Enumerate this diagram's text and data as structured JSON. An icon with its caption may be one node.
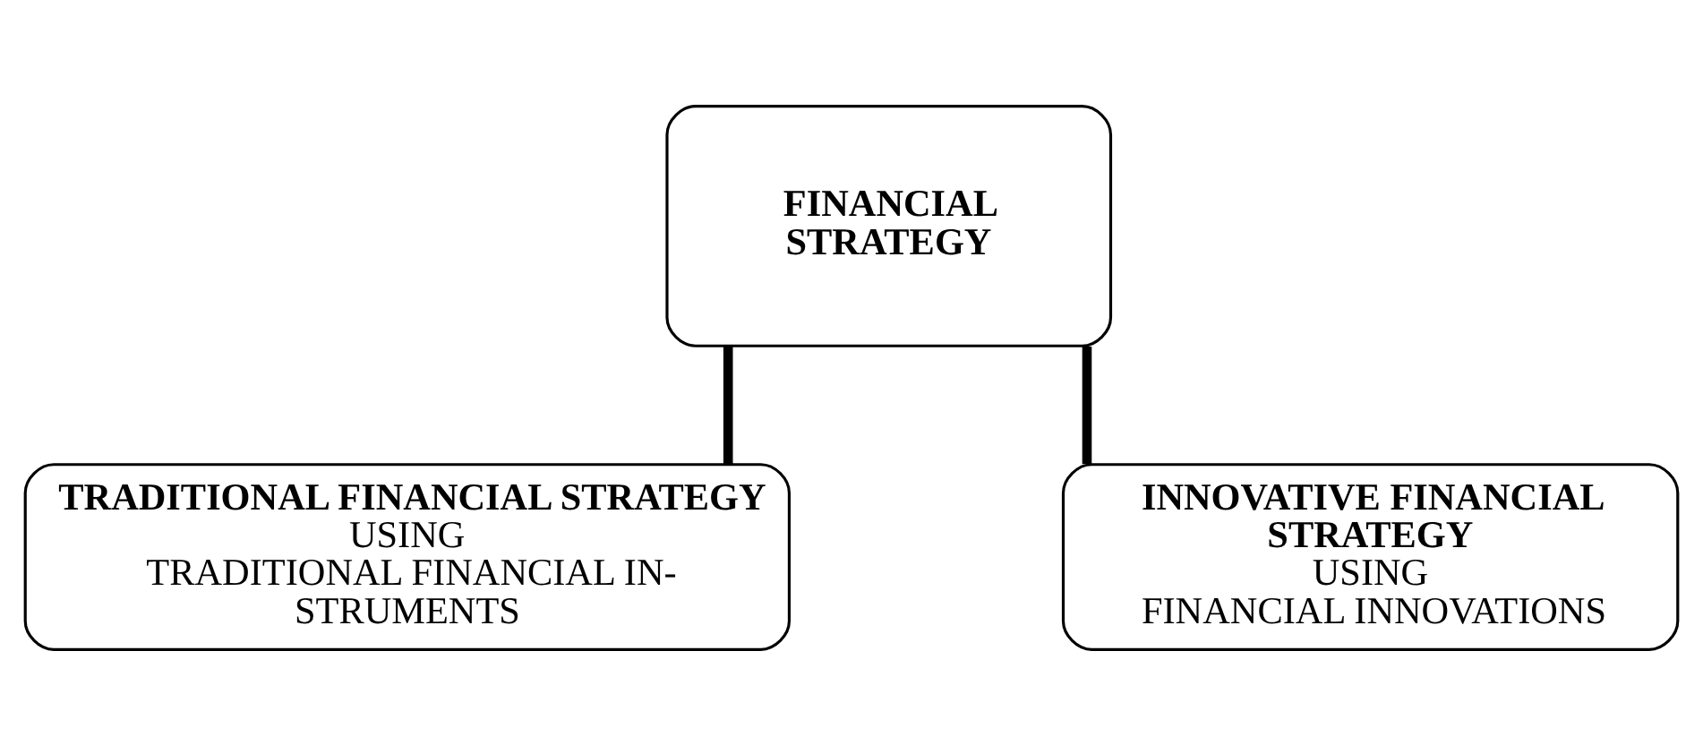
{
  "diagram": {
    "nodes": [
      {
        "text": [
          "FINANCIAL STRATEGY"
        ]
      },
      {
        "text": [
          "TRADITIONAL FINANCIAL STRATEGY",
          "USING",
          "TRADITIONAL FINANCIAL IN- STRUMENTS"
        ]
      },
      {
        "text": [
          "INNOVATIVE FINANCIAL STRATEGY",
          "USING",
          "FINANCIAL INNOVATIONS"
        ]
      }
    ],
    "edges": [
      {
        "from": 0,
        "to": 1,
        "arrow": "none"
      },
      {
        "from": 0,
        "to": 2,
        "arrow": "none"
      }
    ]
  }
}
